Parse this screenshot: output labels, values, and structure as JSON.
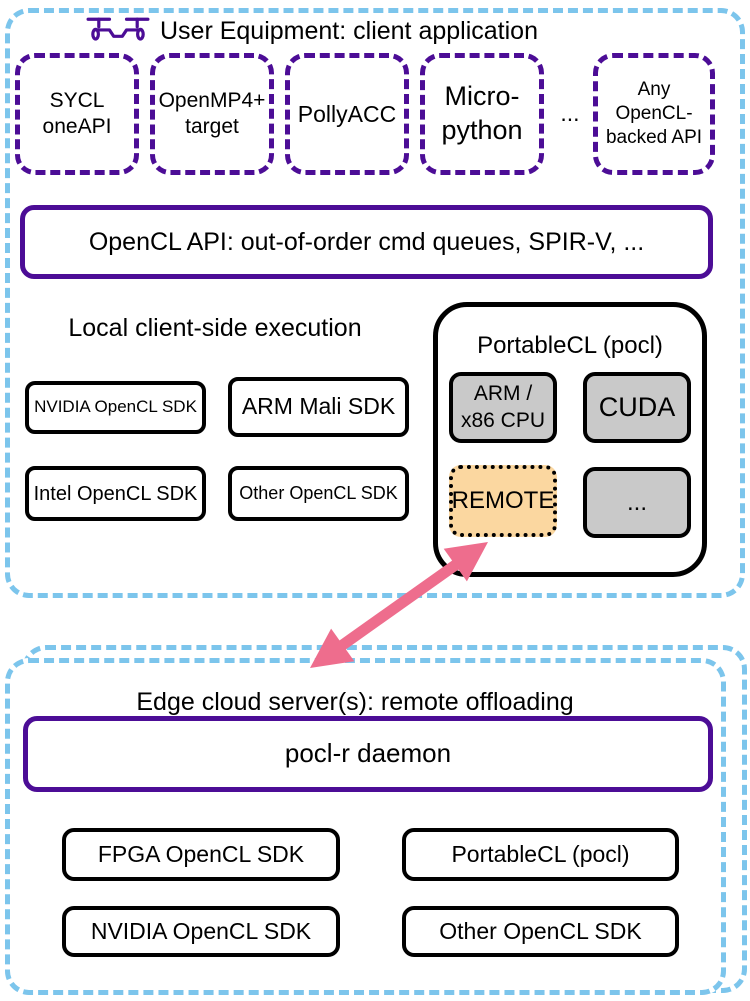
{
  "colors": {
    "purple": "#4c0d96",
    "sky_blue_dash": "#7cc5ec",
    "pink_arrow": "#ee6d8d",
    "remote_orange": "#fbd7a0",
    "device_gray": "#c9c9c9"
  },
  "top_section": {
    "title": "User Equipment: client application",
    "drone_icon": "drone-icon",
    "apps": [
      {
        "label": "SYCL\noneAPI"
      },
      {
        "label": "OpenMP4+\ntarget"
      },
      {
        "label": "PollyACC"
      },
      {
        "label": "Micro-\npython"
      },
      {
        "label": "Any\nOpenCL-\nbacked API"
      }
    ],
    "ellipsis": "...",
    "opencl_api_label": "OpenCL API: out-of-order cmd queues, SPIR-V, ...",
    "local_exec_label": "Local client-side execution",
    "local_sdks": [
      "NVIDIA OpenCL SDK",
      "ARM Mali SDK",
      "Intel OpenCL SDK",
      "Other OpenCL SDK"
    ],
    "pocl": {
      "title": "PortableCL (pocl)",
      "devices": [
        {
          "label": "ARM /\nx86 CPU"
        },
        {
          "label": "CUDA"
        },
        {
          "label": "REMOTE"
        },
        {
          "label": "..."
        }
      ]
    }
  },
  "bottom_section": {
    "title": "Edge cloud server(s): remote offloading",
    "daemon_label": "pocl-r daemon",
    "sdks": [
      "FPGA OpenCL SDK",
      "PortableCL (pocl)",
      "NVIDIA OpenCL SDK",
      "Other OpenCL SDK"
    ]
  }
}
